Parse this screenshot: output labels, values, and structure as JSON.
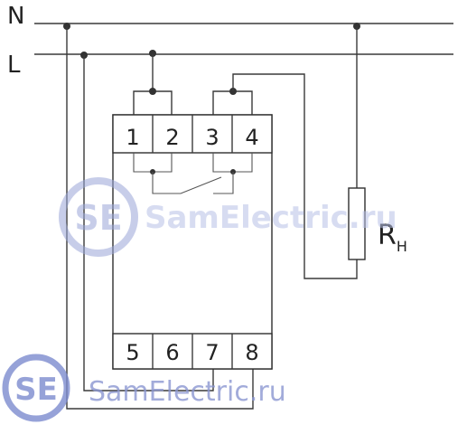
{
  "bus": {
    "n_label": "N",
    "l_label": "L"
  },
  "top_terminals": [
    "1",
    "2",
    "3",
    "4"
  ],
  "bottom_terminals": [
    "5",
    "6",
    "7",
    "8"
  ],
  "resistor": {
    "label": "R",
    "subscript": "H"
  },
  "watermarks": {
    "logo": "SE",
    "text": "SamElectric.ru",
    "text2": "SamElectric.ru"
  },
  "colors": {
    "line": "#3a3a3a",
    "watermark": "#9aa6d8"
  }
}
